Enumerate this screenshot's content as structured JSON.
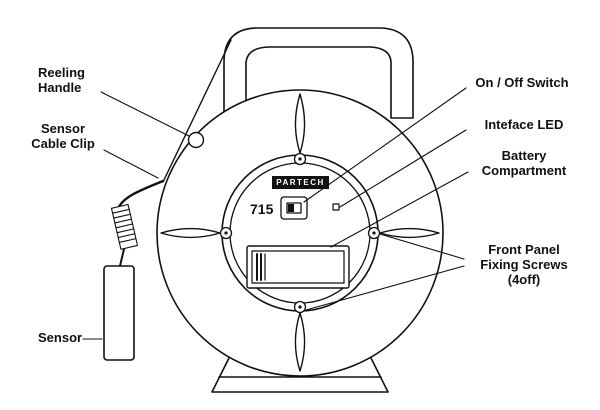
{
  "diagram": {
    "device": {
      "brand": "PARTECH",
      "model": "715"
    },
    "labels": {
      "reeling_handle": "Reeling\nHandle",
      "sensor_cable_clip": "Sensor\nCable Clip",
      "sensor": "Sensor",
      "on_off_switch": "On / Off Switch",
      "interface_led": "Inteface LED",
      "battery_compartment": "Battery\nCompartment",
      "fixing_screws": "Front Panel\nFixing Screws\n(4off)"
    }
  }
}
